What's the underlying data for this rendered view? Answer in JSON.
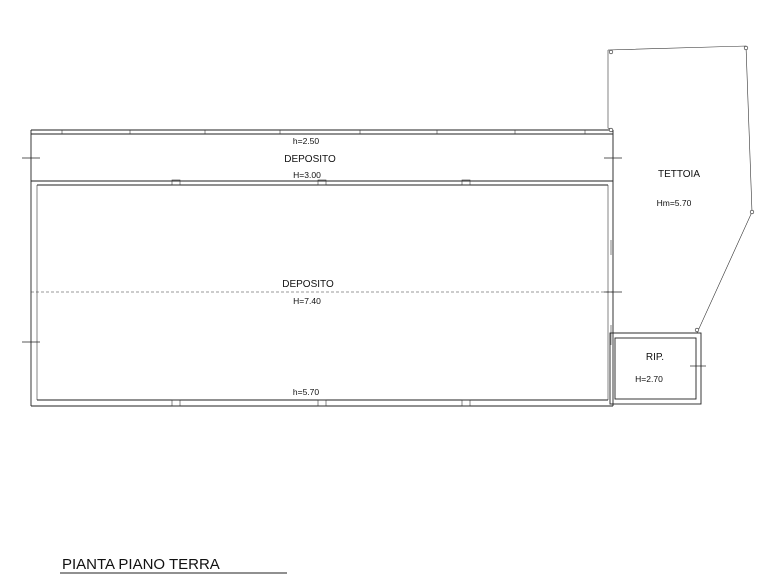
{
  "plan": {
    "title": "PIANTA PIANO TERRA",
    "rooms": {
      "deposito_strip": {
        "name": "DEPOSITO",
        "height_top": "h=2.50",
        "height_bottom": "H=3.00"
      },
      "deposito_main": {
        "name": "DEPOSITO",
        "height": "H=7.40",
        "height_bottom": "h=5.70"
      },
      "tettoia": {
        "name": "TETTOIA",
        "height": "Hm=5.70"
      },
      "ripostiglio": {
        "name": "RIP.",
        "height": "H=2.70"
      }
    }
  }
}
